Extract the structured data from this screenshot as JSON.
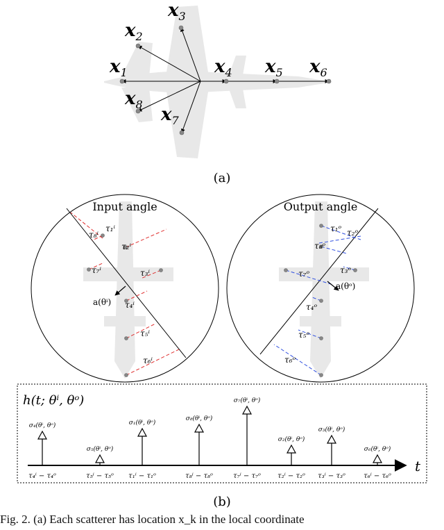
{
  "panel_a": {
    "labels": [
      "x1",
      "x2",
      "x3",
      "x4",
      "x5",
      "x6",
      "x7",
      "x8"
    ],
    "caption": "(a)"
  },
  "panel_b": {
    "input_title": "Input angle",
    "output_title": "Output angle",
    "input_taus": [
      "τ₁ⁱ",
      "τ₂ⁱ",
      "τ₃ⁱ",
      "τ₄ⁱ",
      "τ₅ⁱ",
      "τ₆ⁱ",
      "τ₇ⁱ",
      "τ₈ⁱ"
    ],
    "input_dir": "a(θⁱ)",
    "output_taus": [
      "τ₁ᵒ",
      "τ₂ᵒ",
      "τ₃ᵒ",
      "τ₄ᵒ",
      "τ₅ᵒ",
      "τ₆ᵒ",
      "τ₇ᵒ",
      "τ₈ᵒ"
    ],
    "output_dir": "a(θᵒ)",
    "caption": "(b)"
  },
  "impulse": {
    "title": "h(t; θⁱ, θᵒ)",
    "axis_label": "t",
    "sigmas": [
      "σ₄(θⁱ, θᵒ)",
      "σ₅(θⁱ, θᵒ)",
      "σ₁(θⁱ, θᵒ)",
      "σ₈(θⁱ, θᵒ)",
      "σ₇(θⁱ, θᵒ)",
      "σ₂(θⁱ, θᵒ)",
      "σ₃(θⁱ, θᵒ)",
      "σ₆(θⁱ, θᵒ)"
    ],
    "ticks": [
      "τ₄ⁱ − τ₄ᵒ",
      "τ₅ⁱ − τ₅ᵒ",
      "τ₁ⁱ − τ₁ᵒ",
      "τ₈ⁱ − τ₈ᵒ",
      "τ₇ⁱ − τ₇ᵒ",
      "τ₂ⁱ − τ₂ᵒ",
      "τ₃ⁱ − τ₃ᵒ",
      "τ₆ⁱ − τ₆ᵒ"
    ]
  },
  "caption_text": "Fig. 2.   (a) Each scatterer has location x_k in the local coordinate"
}
